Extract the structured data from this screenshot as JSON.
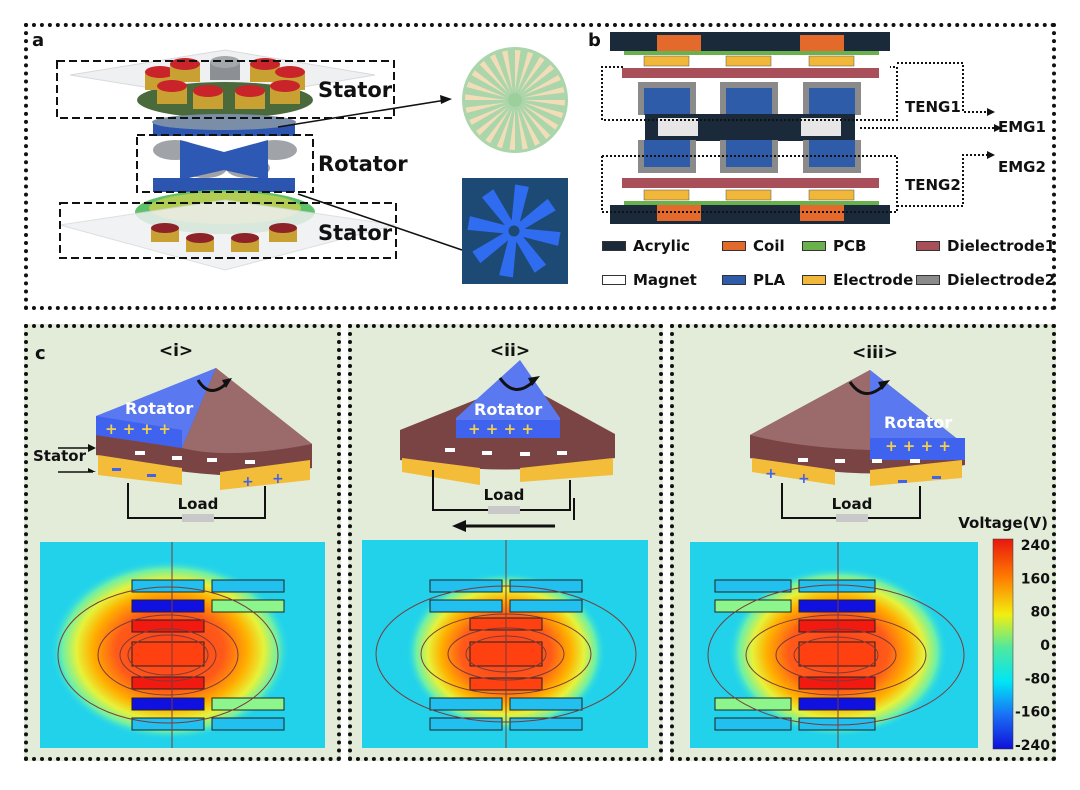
{
  "panel_a": {
    "label": "a",
    "stator_top": "Stator",
    "rotator": "Rotator",
    "stator_bottom": "Stator"
  },
  "panel_b": {
    "label": "b",
    "teng1": "TENG1",
    "teng2": "TENG2",
    "emg1": "EMG1",
    "emg2": "EMG2",
    "legend": [
      {
        "name": "Acrylic",
        "color": "#1b2a3a"
      },
      {
        "name": "Coil",
        "color": "#e36a2a"
      },
      {
        "name": "PCB",
        "color": "#6ab04c"
      },
      {
        "name": "Dielectrode1",
        "color": "#a94f5a"
      },
      {
        "name": "Magnet",
        "color": "#ffffff"
      },
      {
        "name": "PLA",
        "color": "#2f5ca8"
      },
      {
        "name": "Electrode",
        "color": "#f0b73a"
      },
      {
        "name": "Dielectrode2",
        "color": "#8a8a8a"
      }
    ]
  },
  "panel_c": {
    "label": "c",
    "stages": [
      {
        "title": "<i>",
        "rotator": "Rotator",
        "charges_rotator": "+ + + +",
        "load": "Load",
        "stator": "Stator"
      },
      {
        "title": "<ii>",
        "rotator": "Rotator",
        "charges_rotator": "+ + + +",
        "load": "Load"
      },
      {
        "title": "<iii>",
        "rotator": "Rotator",
        "charges_rotator": "+ + + +",
        "load": "Load"
      }
    ],
    "colorbar": {
      "title": "Voltage(V)",
      "ticks": [
        "240",
        "160",
        "80",
        "0",
        "-80",
        "-160",
        "-240"
      ]
    }
  },
  "colors": {
    "panel_bg": "#e2ecd9",
    "rotator_blue": "#5570f0",
    "dielectric_brown": "#7a4445",
    "electrode_yellow": "#f3bd3a"
  }
}
